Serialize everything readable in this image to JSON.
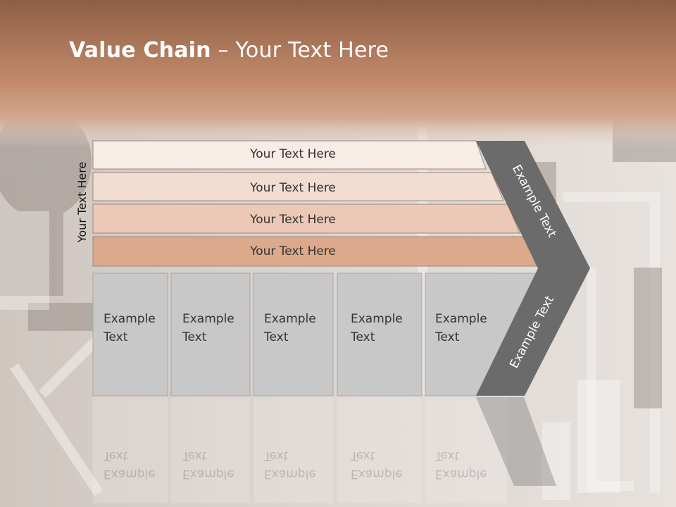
{
  "title": {
    "bold": "Value Chain",
    "rest": " – Your Text Here"
  },
  "side_label": "Your Text Here",
  "rows": [
    {
      "label": "Your Text Here",
      "fill": "#f8ece6"
    },
    {
      "label": "Your Text Here",
      "fill": "#f2ddd2"
    },
    {
      "label": "Your Text Here",
      "fill": "#ebc9b6"
    },
    {
      "label": "Your Text Here",
      "fill": "#dca98c"
    }
  ],
  "columns": [
    {
      "line1": "Example",
      "line2": "Text"
    },
    {
      "line1": "Example",
      "line2": "Text"
    },
    {
      "line1": "Example",
      "line2": "Text"
    },
    {
      "line1": "Example",
      "line2": "Text"
    },
    {
      "line1": "Example",
      "line2": "Text"
    }
  ],
  "chevron": {
    "upper": "Example Text",
    "lower": "Example Text"
  },
  "colors": {
    "header_band": "#b57d5e",
    "chevron": "#6b6b6b",
    "column": "#c8c8c8"
  }
}
